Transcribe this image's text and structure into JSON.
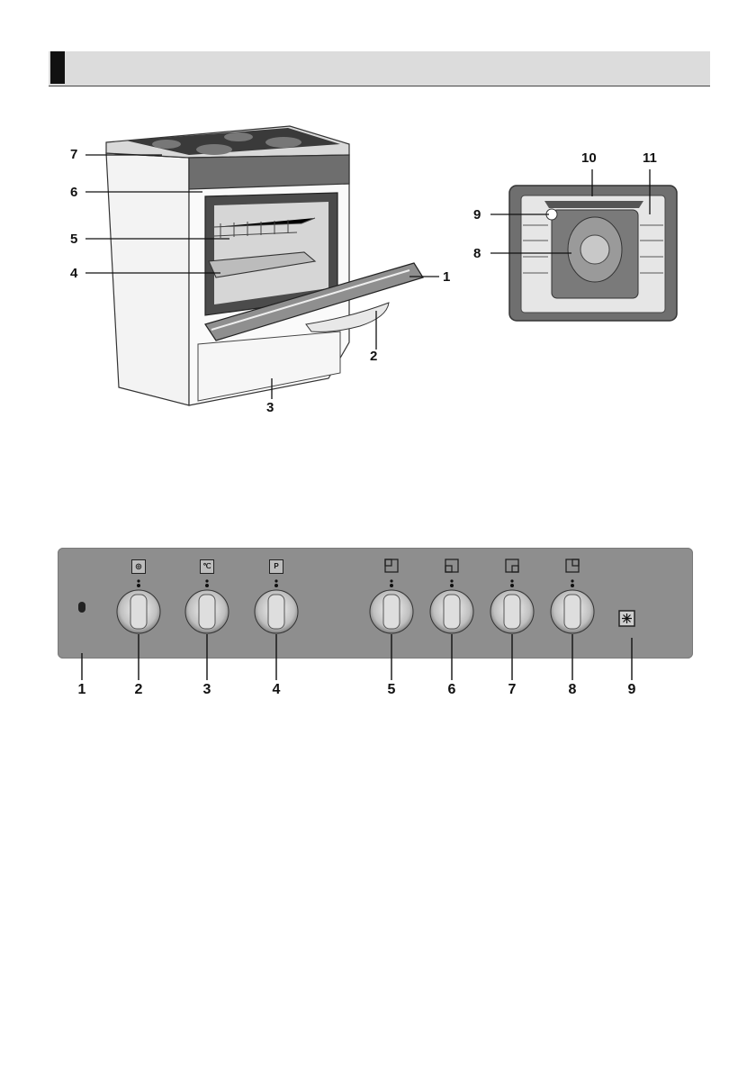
{
  "section_header": {
    "title": ""
  },
  "cooker_figure": {
    "callouts": [
      {
        "id": "c7",
        "label": "7"
      },
      {
        "id": "c6",
        "label": "6"
      },
      {
        "id": "c5",
        "label": "5"
      },
      {
        "id": "c4",
        "label": "4"
      },
      {
        "id": "c1",
        "label": "1"
      },
      {
        "id": "c2",
        "label": "2"
      },
      {
        "id": "c3",
        "label": "3"
      }
    ]
  },
  "oven_figure": {
    "callouts": [
      {
        "id": "o10",
        "label": "10"
      },
      {
        "id": "o11",
        "label": "11"
      },
      {
        "id": "o9",
        "label": "9"
      },
      {
        "id": "o8",
        "label": "8"
      }
    ]
  },
  "control_panel": {
    "knob_symbols": {
      "k2": "◎",
      "k3": "℃",
      "k4": "P"
    },
    "numbers": [
      "1",
      "2",
      "3",
      "4",
      "5",
      "6",
      "7",
      "8",
      "9"
    ]
  }
}
